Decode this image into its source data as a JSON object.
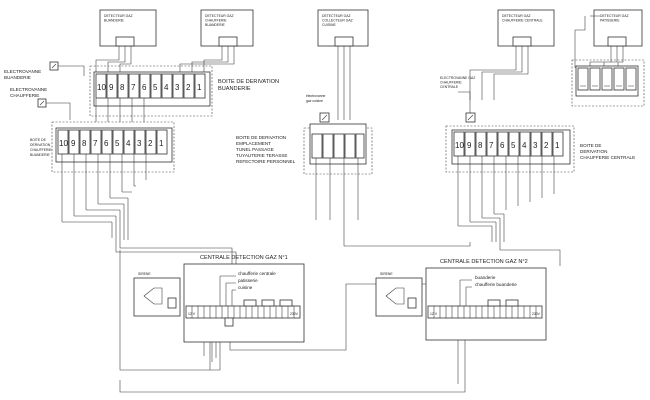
{
  "detectors": {
    "d1": [
      "DETECTEUR GAZ",
      "BUANDERIE"
    ],
    "d2": [
      "DETECTEUR GAZ",
      "CHAUFFERIE",
      "BUANDERIE"
    ],
    "d3": [
      "DETECTEUR GAZ",
      "COLLECTEUR GAZ",
      "CUISINE"
    ],
    "d4": [
      "DETECTEUR GAZ",
      "CHAUFFERIE CENTRALE"
    ],
    "d5": [
      "DETECTEUR GAZ",
      "PATISSERIE"
    ]
  },
  "valves": {
    "buanderie": [
      "ELECTROVANNE",
      "BUANDERIE"
    ],
    "chaufferie": [
      "ELECTROVANNE",
      "CHAUFFERIE"
    ],
    "cuisine": [
      "électrovanne",
      "gaz cuisine"
    ],
    "centrale": [
      "ELECTROVANNE GAZ",
      "CHAUFFERIE",
      "CENTRALE"
    ]
  },
  "boxes": {
    "top_left": [
      "BOITE DE DERIVATION",
      "BUANDERIE"
    ],
    "left": [
      "BOITE DE",
      "DERIVATION",
      "CHAUFFERIE",
      "BUANDERIE"
    ],
    "center": [
      "BOITE DE DERIVATION",
      "EMPLACEMENT",
      "TUNEL PASSAGE",
      "TUYAUTERIE TERASSE",
      "REFECTOIRE PERSONNEL"
    ],
    "right": [
      "BOITE DE",
      "DERIVATION",
      "CHAUFFERIE CENTRALE"
    ]
  },
  "terminal_numbers": [
    "10",
    "9",
    "8",
    "7",
    "6",
    "5",
    "4",
    "3",
    "2",
    "1"
  ],
  "central1": {
    "title": "CENTRALE  DETECTION  GAZ  N°1",
    "lines": [
      "chaufferie centrale",
      "patisserie",
      "cuisine"
    ],
    "siren": "SIRENE",
    "left_code": "12 V",
    "right_code": "230V"
  },
  "central2": {
    "title": "CENTRALE  DETECTION  GAZ  N°2",
    "lines": [
      "buanderie",
      "chaufferie buanderie"
    ],
    "siren": "SIRENE",
    "left_code": "12 V",
    "right_code": "230V"
  }
}
